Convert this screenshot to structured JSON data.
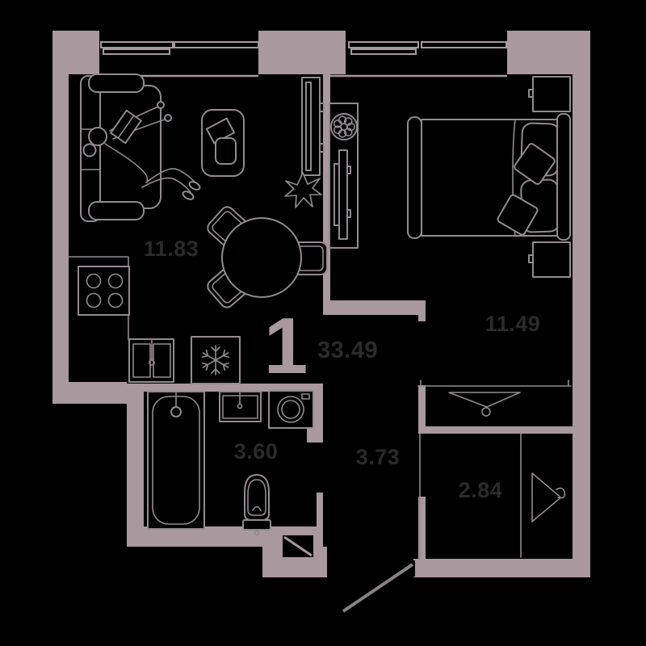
{
  "colors": {
    "background": "#000000",
    "wall": "#a9989e",
    "furniture_line": "#948a90",
    "label_text": "#2b2b2b",
    "door_line": "#8a8187"
  },
  "plan": {
    "type": "apartment-floor-plan",
    "rooms_count_label": "1",
    "total_area_label": "33.49",
    "rooms": [
      {
        "name": "kitchen-living-room",
        "area_label": "11.83"
      },
      {
        "name": "bedroom",
        "area_label": "11.49"
      },
      {
        "name": "bathroom",
        "area_label": "3.60"
      },
      {
        "name": "hallway",
        "area_label": "3.73"
      },
      {
        "name": "wardrobe",
        "area_label": "2.84"
      }
    ]
  }
}
